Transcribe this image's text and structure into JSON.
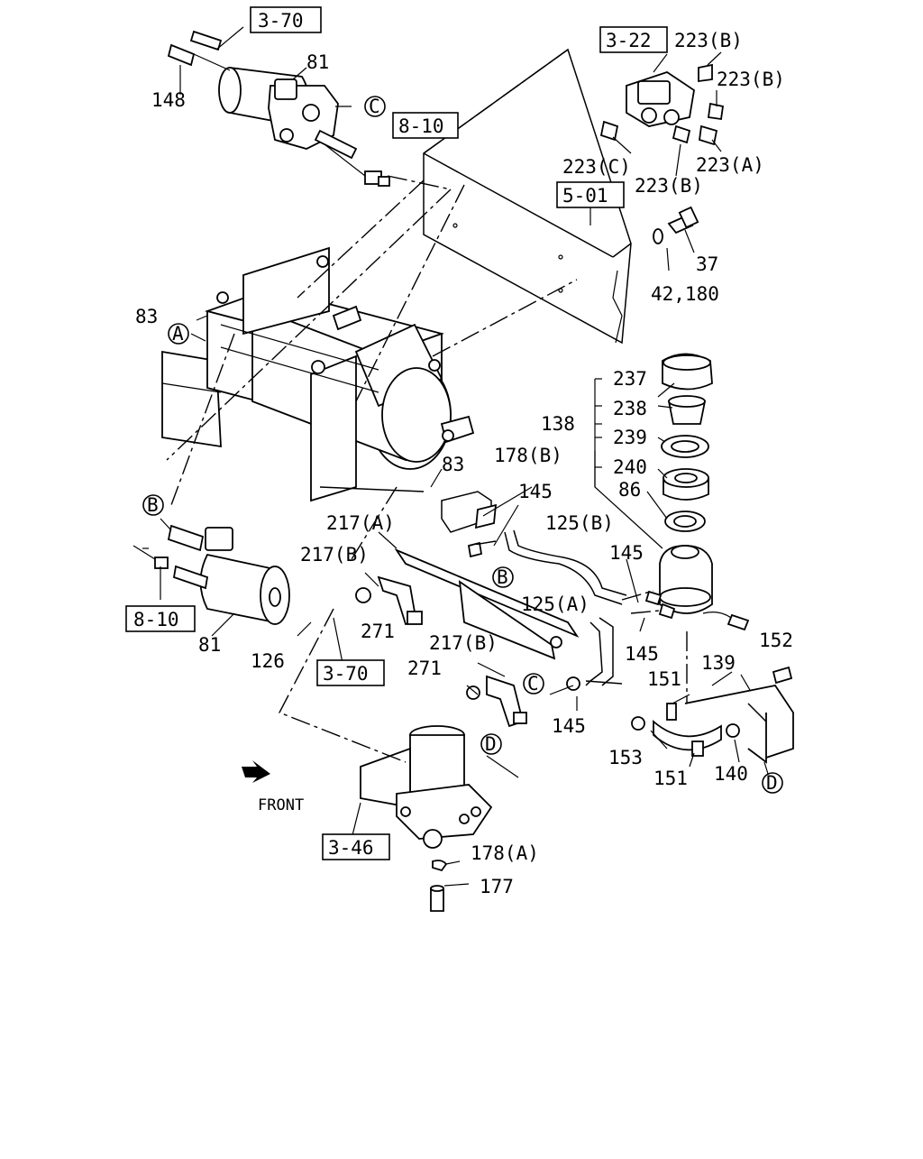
{
  "diagram": {
    "part_labels": [
      "81",
      "148",
      "83",
      "83",
      "178(B)",
      "145",
      "217(A)",
      "217(B)",
      "271",
      "125(B)",
      "145",
      "125(A)",
      "145",
      "217(B)",
      "271",
      "81",
      "126",
      "145",
      "223(B)",
      "223(B)",
      "223(C)",
      "223(B)",
      "223(A)",
      "37",
      "42,180",
      "237",
      "238",
      "138",
      "239",
      "240",
      "86",
      "152",
      "139",
      "151",
      "153",
      "151",
      "140",
      "178(A)",
      "177"
    ],
    "ref_boxes": [
      "3-70",
      "8-10",
      "3-22",
      "5-01",
      "8-10",
      "3-70",
      "3-46"
    ],
    "circle_markers": [
      "C",
      "A",
      "B",
      "B",
      "C",
      "D",
      "D"
    ],
    "front_label": "FRONT"
  }
}
